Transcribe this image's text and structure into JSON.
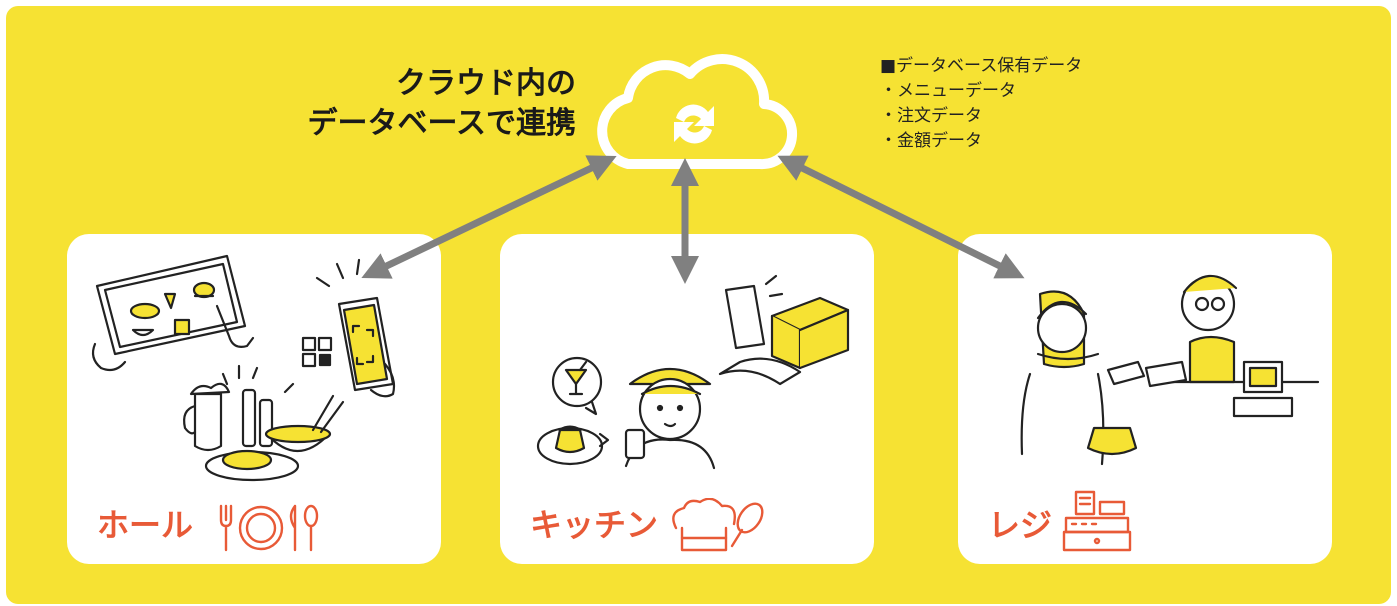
{
  "title": {
    "line1": "クラウド内の",
    "line2": "データベースで連携"
  },
  "database_info": {
    "heading": "■データベース保有データ",
    "items": [
      "・メニューデータ",
      "・注文データ",
      "・金額データ"
    ]
  },
  "cards": [
    {
      "label": "ホール",
      "icon": "dining-plate-cutlery-icon"
    },
    {
      "label": "キッチン",
      "icon": "chef-hat-whisk-icon"
    },
    {
      "label": "レジ",
      "icon": "cash-register-icon"
    }
  ],
  "colors": {
    "background": "#f6e233",
    "card": "#ffffff",
    "accent": "#e85a37",
    "arrow": "#808080",
    "cloud": "#ffffff",
    "line": "#222222"
  }
}
